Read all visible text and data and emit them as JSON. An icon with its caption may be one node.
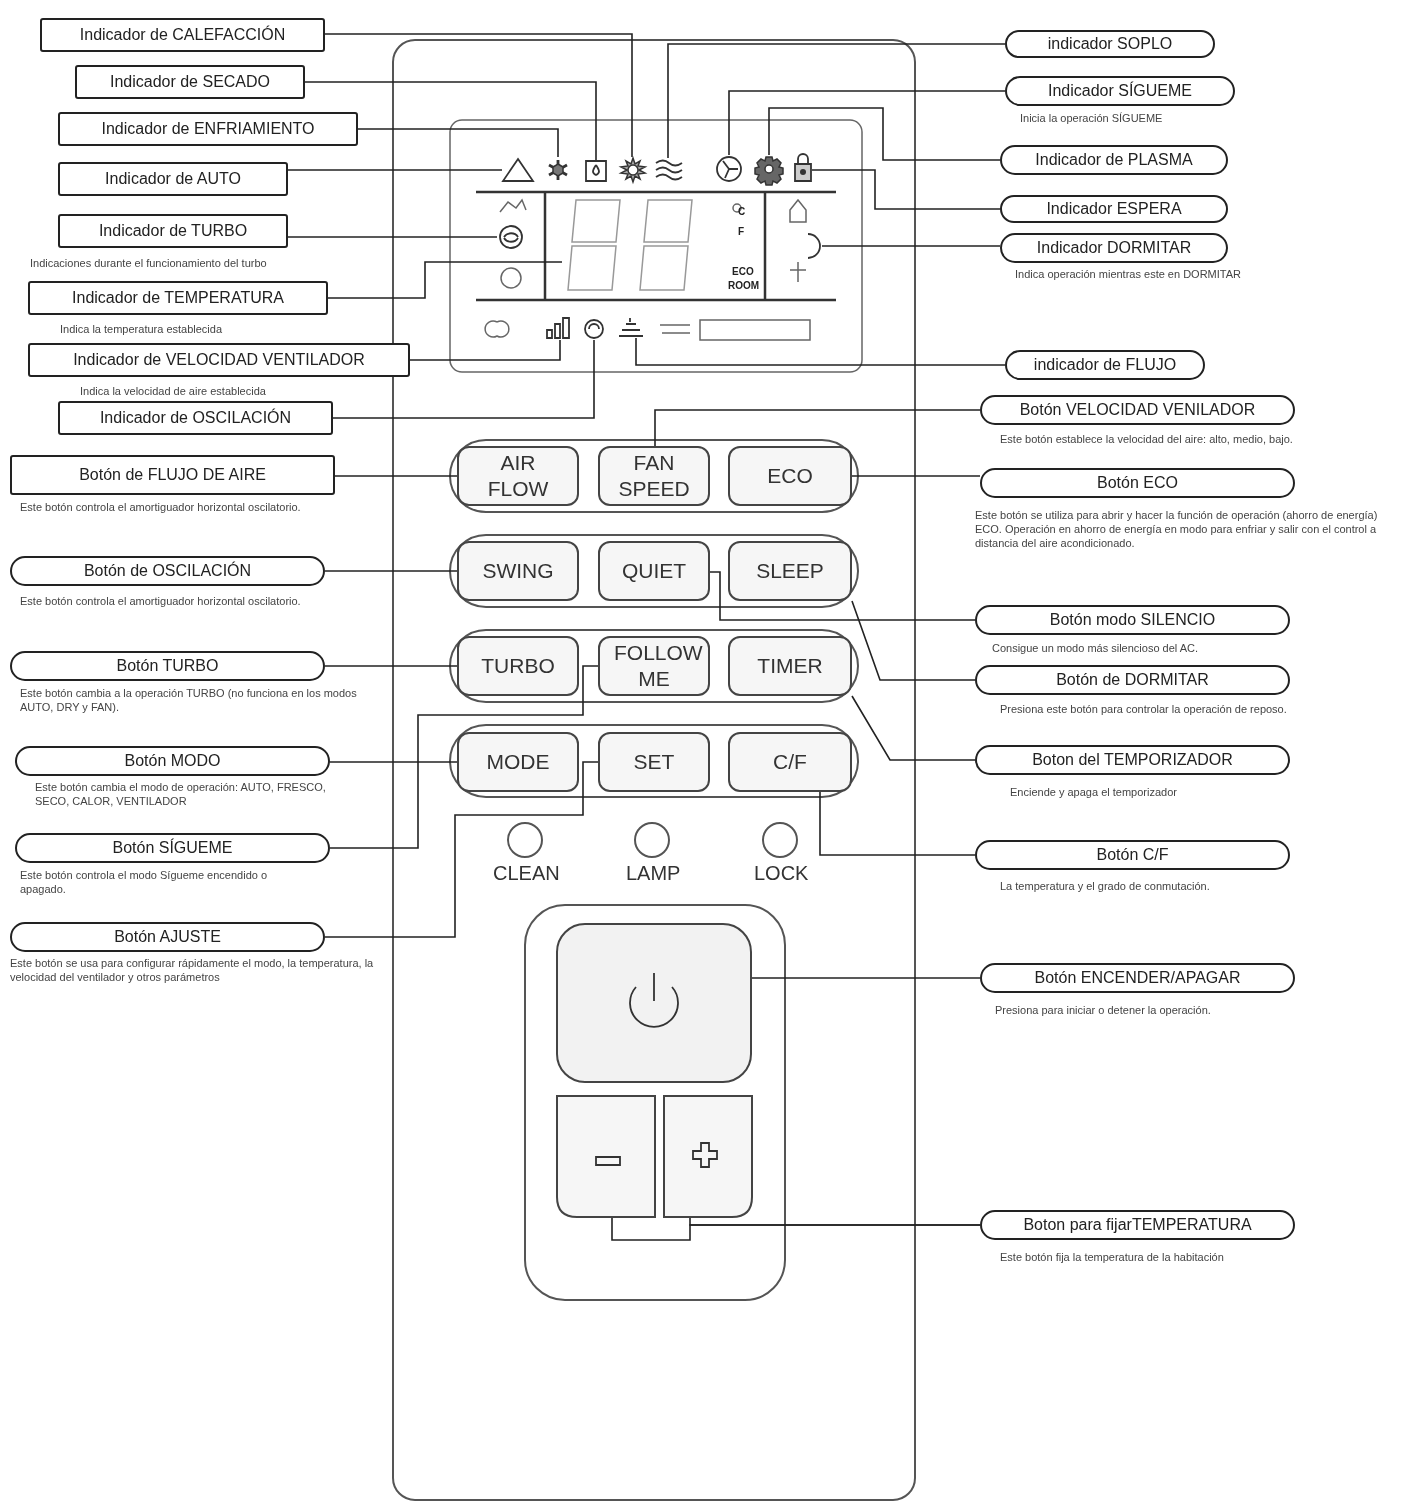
{
  "diagram": {
    "nodes": [
      {
        "text": [
          "Indicador de CALEFACCIÓN"
        ]
      },
      {
        "text": [
          "Indicador de SECADO"
        ]
      },
      {
        "text": [
          "Indicador de ENFRIAMIENTO"
        ]
      },
      {
        "text": [
          "Indicador de AUTO"
        ]
      },
      {
        "text": [
          "Indicador de TURBO"
        ],
        "beside": [
          "Indicaciones durante el funcionamiento del turbo"
        ]
      },
      {
        "text": [
          "Indicador de TEMPERATURA"
        ],
        "beside": [
          "Indica la temperatura establecida"
        ]
      },
      {
        "text": [
          "Indicador de VELOCIDAD VENTILADOR"
        ],
        "beside": [
          "Indica la velocidad de aire establecida"
        ]
      },
      {
        "text": [
          "Indicador de OSCILACIÓN"
        ]
      },
      {
        "text": [
          "Botón de FLUJO DE AIRE"
        ],
        "beside": [
          "Este botón controla el amortiguador horizontal oscilatorio."
        ]
      },
      {
        "text": [
          "Botón de OSCILACIÓN"
        ],
        "beside": [
          "Este botón controla el amortiguador horizontal oscilatorio."
        ]
      },
      {
        "text": [
          "Botón TURBO"
        ],
        "beside": [
          "Este botón cambia a la operación TURBO (no funciona en los modos AUTO, DRY y FAN)."
        ]
      },
      {
        "text": [
          "Botón MODO"
        ],
        "beside": [
          "Este botón cambia el modo de operación: AUTO, FRESCO, SECO, CALOR, VENTILADOR"
        ]
      },
      {
        "text": [
          "Botón SÍGUEME"
        ],
        "beside": [
          "Este botón controla el modo Sígueme encendido o apagado."
        ]
      },
      {
        "text": [
          "Botón AJUSTE"
        ],
        "beside": [
          "Este botón se usa para configurar rápidamente el modo, la temperatura, la velocidad del ventilador y otros parámetros"
        ]
      },
      {
        "text": [
          "indicador SOPLO"
        ]
      },
      {
        "text": [
          "Indicador SÍGUEME"
        ],
        "beside": [
          "Inicia la operación SÍGUEME"
        ]
      },
      {
        "text": [
          "Indicador de PLASMA"
        ]
      },
      {
        "text": [
          "Indicador ESPERA"
        ]
      },
      {
        "text": [
          "Indicador DORMITAR"
        ],
        "beside": [
          "Indica operación mientras este en DORMITAR"
        ]
      },
      {
        "text": [
          "indicador de FLUJO"
        ]
      },
      {
        "text": [
          "Botón VELOCIDAD VENILADOR"
        ],
        "beside": [
          "Este botón establece la velocidad del aire: alto, medio, bajo."
        ]
      },
      {
        "text": [
          "Botón ECO"
        ],
        "beside": [
          "Este botón se utiliza para abrir y hacer la función de operación (ahorro de energía) ECO. Operación en ahorro de energía en modo para enfriar y salir con el control a distancia del aire acondicionado."
        ]
      },
      {
        "text": [
          "Botón modo SILENCIO"
        ],
        "beside": [
          "Consigue un modo más silencioso del AC."
        ]
      },
      {
        "text": [
          "Botón de DORMITAR"
        ],
        "beside": [
          "Presiona este botón para controlar la operación de reposo."
        ]
      },
      {
        "text": [
          "Boton del TEMPORIZADOR"
        ],
        "beside": [
          "Enciende y apaga el temporizador"
        ]
      },
      {
        "text": [
          "Botón C/F"
        ],
        "beside": [
          "La temperatura y el grado de conmutación."
        ]
      },
      {
        "text": [
          "Botón ENCENDER/APAGAR"
        ],
        "beside": [
          "Presiona para iniciar o detener la operación."
        ]
      },
      {
        "text": [
          "Boton para fijarTEMPERATURA"
        ],
        "beside": [
          "Este botón fija la temperatura de la habitación"
        ]
      },
      {
        "text": [],
        "shape": "picture"
      },
      {
        "text": [],
        "shape": "picture"
      },
      {
        "text": [],
        "shape": "picture"
      },
      {
        "text": [],
        "shape": "picture"
      },
      {
        "text": [],
        "shape": "picture"
      },
      {
        "text": [],
        "shape": "display"
      },
      {
        "text": [],
        "shape": "picture"
      },
      {
        "text": [],
        "shape": "picture"
      },
      {
        "text": [],
        "shape": "picture"
      },
      {
        "text": [],
        "shape": "picture"
      },
      {
        "text": [],
        "shape": "picture"
      },
      {
        "text": [],
        "shape": "picture"
      },
      {
        "text": [],
        "shape": "picture"
      },
      {
        "text": [],
        "shape": "picture"
      },
      {
        "text": [
          "AIR FLOW"
        ]
      },
      {
        "text": [
          "FAN SPEED"
        ]
      },
      {
        "text": [
          "ECO"
        ]
      },
      {
        "text": [
          "SWING"
        ]
      },
      {
        "text": [
          "QUIET"
        ]
      },
      {
        "text": [
          "SLEEP"
        ]
      },
      {
        "text": [
          "TURBO"
        ]
      },
      {
        "text": [
          "FOLLOW ME"
        ]
      },
      {
        "text": [
          "TIMER"
        ]
      },
      {
        "text": [
          "MODE"
        ]
      },
      {
        "text": [
          "SET"
        ]
      },
      {
        "text": [
          "C/F"
        ]
      },
      {
        "text": [],
        "shape": "box"
      },
      {
        "text": [],
        "shape": "box"
      },
      {
        "text": [],
        "shape": "box"
      }
    ],
    "edges": [
      {
        "from": 0,
        "to": 28,
        "arrow": "none"
      },
      {
        "from": 1,
        "to": 29,
        "arrow": "none"
      },
      {
        "from": 2,
        "to": 30,
        "arrow": "none"
      },
      {
        "from": 3,
        "to": 31,
        "arrow": "none"
      },
      {
        "from": 4,
        "to": 32,
        "arrow": "none"
      },
      {
        "from": 5,
        "to": 33,
        "arrow": "none"
      },
      {
        "from": 6,
        "to": 34,
        "arrow": "none"
      },
      {
        "from": 7,
        "to": 35,
        "arrow": "none"
      },
      {
        "from": 8,
        "to": 42,
        "arrow": "none"
      },
      {
        "from": 9,
        "to": 45,
        "arrow": "none"
      },
      {
        "from": 10,
        "to": 48,
        "arrow": "none"
      },
      {
        "from": 11,
        "to": 51,
        "arrow": "none"
      },
      {
        "from": 12,
        "to": 49,
        "arrow": "none"
      },
      {
        "from": 13,
        "to": 52,
        "arrow": "none"
      },
      {
        "from": 14,
        "to": 36,
        "arrow": "none"
      },
      {
        "from": 15,
        "to": 37,
        "arrow": "none"
      },
      {
        "from": 16,
        "to": 38,
        "arrow": "none"
      },
      {
        "from": 17,
        "to": 39,
        "arrow": "none"
      },
      {
        "from": 18,
        "to": 40,
        "arrow": "none"
      },
      {
        "from": 19,
        "to": 41,
        "arrow": "none"
      },
      {
        "from": 20,
        "to": 43,
        "arrow": "none"
      },
      {
        "from": 21,
        "to": 44,
        "arrow": "none"
      },
      {
        "from": 22,
        "to": 46,
        "arrow": "none"
      },
      {
        "from": 23,
        "to": 47,
        "arrow": "none"
      },
      {
        "from": 24,
        "to": 50,
        "arrow": "none"
      },
      {
        "from": 25,
        "to": 53,
        "arrow": "none"
      },
      {
        "from": 26,
        "to": 54,
        "arrow": "none"
      },
      {
        "from": 27,
        "to": 55,
        "arrow": "none"
      },
      {
        "from": 27,
        "to": 56,
        "arrow": "none"
      }
    ],
    "labels": [
      "C",
      "F",
      "ECO",
      "ROOM",
      "CLEAN",
      "LAMP",
      "LOCK"
    ]
  }
}
